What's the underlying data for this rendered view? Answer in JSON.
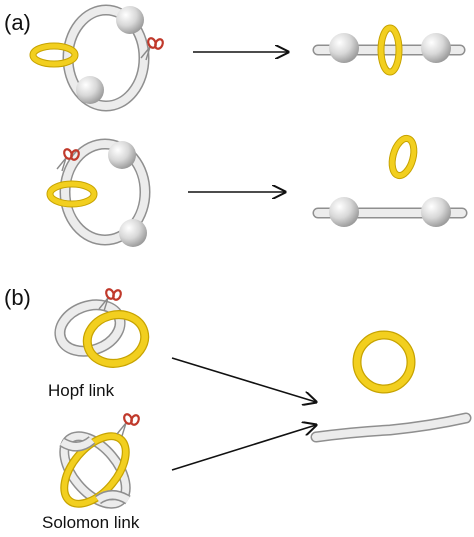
{
  "figure": {
    "panels": [
      {
        "id": "a",
        "label": "(a)"
      },
      {
        "id": "b",
        "label": "(b)",
        "items": [
          {
            "caption": "Hopf link"
          },
          {
            "caption": "Solomon link"
          }
        ]
      }
    ],
    "colors": {
      "ring_yellow": "#f2cf1f",
      "ring_yellow_dark": "#c7a300",
      "strand_white": "#ececec",
      "strand_outline": "#8f8f8f",
      "bead_gray": "#d7d7d7",
      "scissors_red": "#c0392b",
      "arrow": "#111111"
    },
    "icons": [
      "scissors-icon"
    ]
  }
}
